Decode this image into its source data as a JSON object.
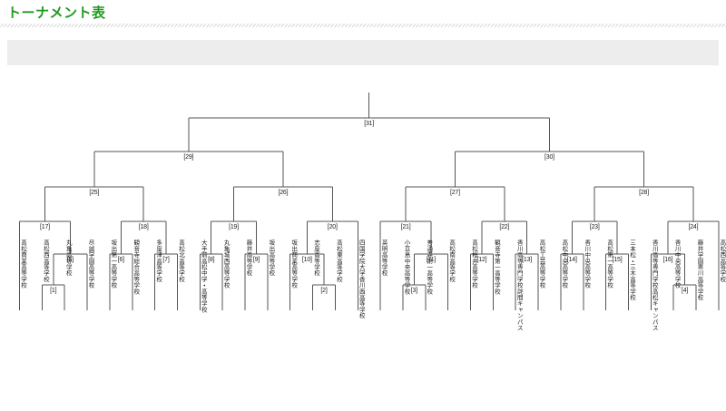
{
  "header": {
    "title": "トーナメント表"
  },
  "bracket": {
    "type": "single-elimination",
    "team_count": 32,
    "round_count": 5,
    "line_color": "#555555",
    "teams": [
      "高松商業高等学校",
      "高松西高等学校",
      "丸亀高等学校",
      "尽誠学園高等学校",
      "坂出第一高等学校",
      "観音寺総合高等学校",
      "多度津高等学校",
      "高松北高等学校",
      "大手前高松中学・高等学校",
      "丸亀城西高等学校",
      "藤井高等学校",
      "坂出高等学校",
      "坂出商業高等学校",
      "志度高等学校",
      "高松東高等学校",
      "四国学院大学香川西高等学校",
      "英明高等学校",
      "小豆島中央高等学校",
      "善通寺第一高等学校",
      "高松南高等学校",
      "高松桜井高等学校",
      "観音寺第一高等学校",
      "香川高等専門学校詫間キャンパス",
      "高松工芸高等学校",
      "高松中央高等学校",
      "香川中央高等学校",
      "高松第一高等学校",
      "三本松・三木高等学校",
      "香川高等専門学校高松キャンパス",
      "香川中央高等学校",
      "藤井学園寒川高等学校",
      "高松西高等学校"
    ],
    "matches": [
      {
        "id": "[1]",
        "round": 1
      },
      {
        "id": "[2]",
        "round": 1
      },
      {
        "id": "[3]",
        "round": 1
      },
      {
        "id": "[4]",
        "round": 1
      },
      {
        "id": "[5]",
        "round": 2
      },
      {
        "id": "[6]",
        "round": 2
      },
      {
        "id": "[7]",
        "round": 2
      },
      {
        "id": "[8]",
        "round": 2
      },
      {
        "id": "[9]",
        "round": 2
      },
      {
        "id": "[10]",
        "round": 2
      },
      {
        "id": "[11]",
        "round": 2
      },
      {
        "id": "[12]",
        "round": 2
      },
      {
        "id": "[13]",
        "round": 2
      },
      {
        "id": "[14]",
        "round": 2
      },
      {
        "id": "[15]",
        "round": 2
      },
      {
        "id": "[16]",
        "round": 2
      },
      {
        "id": "[17]",
        "round": 3
      },
      {
        "id": "[18]",
        "round": 3
      },
      {
        "id": "[19]",
        "round": 3
      },
      {
        "id": "[20]",
        "round": 3
      },
      {
        "id": "[21]",
        "round": 3
      },
      {
        "id": "[22]",
        "round": 3
      },
      {
        "id": "[23]",
        "round": 3
      },
      {
        "id": "[24]",
        "round": 3
      },
      {
        "id": "[25]",
        "round": 4
      },
      {
        "id": "[26]",
        "round": 4
      },
      {
        "id": "[27]",
        "round": 4
      },
      {
        "id": "[28]",
        "round": 4
      },
      {
        "id": "[29]",
        "round": 5
      },
      {
        "id": "[30]",
        "round": 5
      },
      {
        "id": "[31]",
        "round": 6
      }
    ]
  }
}
